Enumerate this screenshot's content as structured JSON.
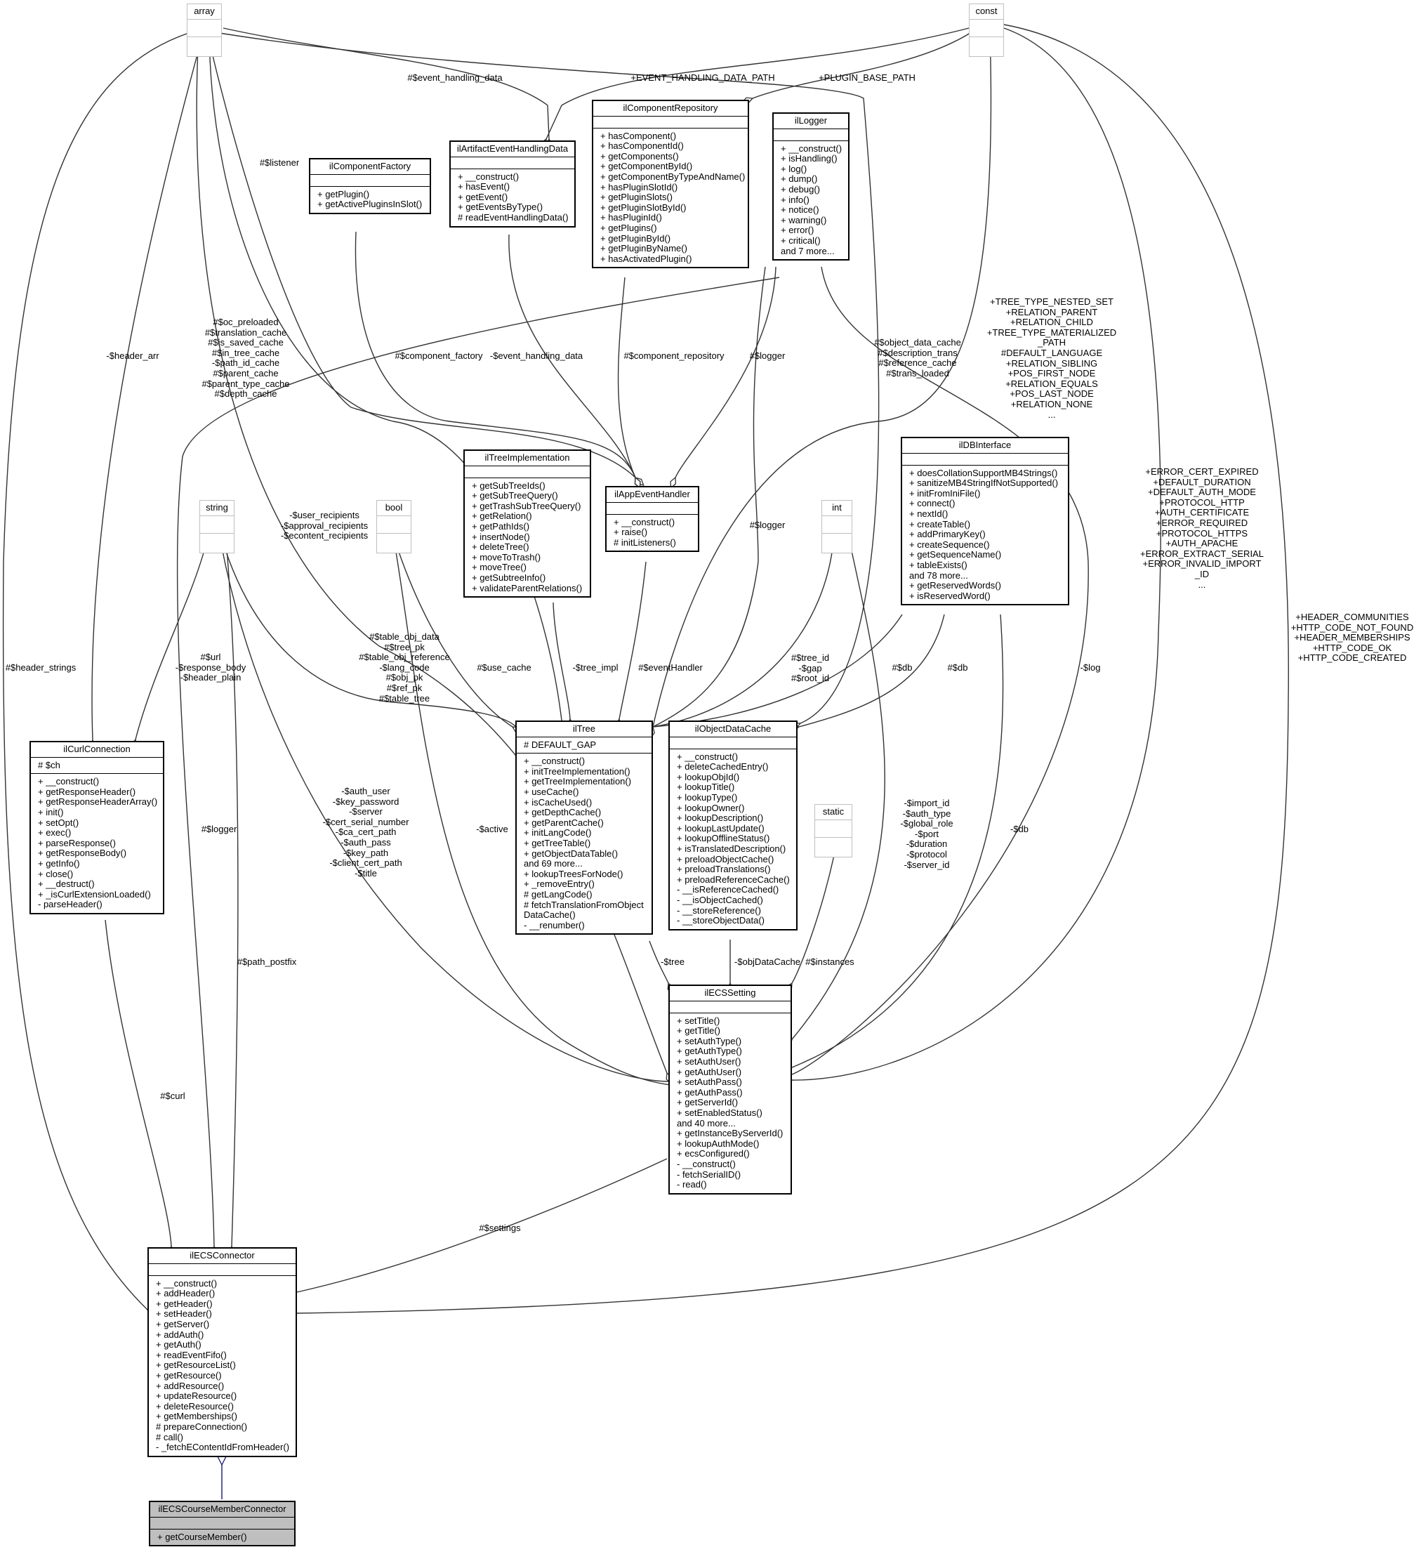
{
  "classes": {
    "array": {
      "name": "array",
      "attributes": [],
      "methods": []
    },
    "const": {
      "name": "const",
      "attributes": [],
      "methods": []
    },
    "string": {
      "name": "string",
      "attributes": [],
      "methods": []
    },
    "bool": {
      "name": "bool",
      "attributes": [],
      "methods": []
    },
    "int": {
      "name": "int",
      "attributes": [],
      "methods": []
    },
    "static": {
      "name": "static",
      "attributes": [],
      "methods": []
    },
    "ilComponentFactory": {
      "name": "ilComponentFactory",
      "attributes": [],
      "methods": [
        "+ getPlugin()",
        "+ getActivePluginsInSlot()"
      ]
    },
    "ilArtifactEventHandlingData": {
      "name": "ilArtifactEventHandlingData",
      "attributes": [],
      "methods": [
        "+ __construct()",
        "+ hasEvent()",
        "+ getEvent()",
        "+ getEventsByType()",
        "# readEventHandlingData()"
      ]
    },
    "ilComponentRepository": {
      "name": "ilComponentRepository",
      "attributes": [],
      "methods": [
        "+ hasComponent()",
        "+ hasComponentId()",
        "+ getComponents()",
        "+ getComponentById()",
        "+ getComponentByTypeAndName()",
        "+ hasPluginSlotId()",
        "+ getPluginSlots()",
        "+ getPluginSlotById()",
        "+ hasPluginId()",
        "+ getPlugins()",
        "+ getPluginById()",
        "+ getPluginByName()",
        "+ hasActivatedPlugin()"
      ]
    },
    "ilLogger": {
      "name": "ilLogger",
      "attributes": [],
      "methods": [
        "+ __construct()",
        "+ isHandling()",
        "+ log()",
        "+ dump()",
        "+ debug()",
        "+ info()",
        "+ notice()",
        "+ warning()",
        "+ error()",
        "+ critical()",
        "and 7 more..."
      ]
    },
    "ilTreeImplementation": {
      "name": "ilTreeImplementation",
      "attributes": [],
      "methods": [
        "+ getSubTreeIds()",
        "+ getSubTreeQuery()",
        "+ getTrashSubTreeQuery()",
        "+ getRelation()",
        "+ getPathIds()",
        "+ insertNode()",
        "+ deleteTree()",
        "+ moveToTrash()",
        "+ moveTree()",
        "+ getSubtreeInfo()",
        "+ validateParentRelations()"
      ]
    },
    "ilAppEventHandler": {
      "name": "ilAppEventHandler",
      "attributes": [],
      "methods": [
        "+ __construct()",
        "+ raise()",
        "# initListeners()"
      ]
    },
    "ilDBInterface": {
      "name": "ilDBInterface",
      "attributes": [],
      "methods": [
        "+ doesCollationSupportMB4Strings()",
        "+ sanitizeMB4StringIfNotSupported()",
        "+ initFromIniFile()",
        "+ connect()",
        "+ nextId()",
        "+ createTable()",
        "+ addPrimaryKey()",
        "+ createSequence()",
        "+ getSequenceName()",
        "+ tableExists()",
        "and 78 more...",
        "+ getReservedWords()",
        "+ isReservedWord()"
      ]
    },
    "ilCurlConnection": {
      "name": "ilCurlConnection",
      "attributes": [
        "# $ch"
      ],
      "methods": [
        "+ __construct()",
        "+ getResponseHeader()",
        "+ getResponseHeaderArray()",
        "+ init()",
        "+ setOpt()",
        "+ exec()",
        "+ parseResponse()",
        "+ getResponseBody()",
        "+ getInfo()",
        "+ close()",
        "+ __destruct()",
        "+ _isCurlExtensionLoaded()",
        "- parseHeader()"
      ]
    },
    "ilTree": {
      "name": "ilTree",
      "attributes": [
        "# DEFAULT_GAP"
      ],
      "methods": [
        "+ __construct()",
        "+ initTreeImplementation()",
        "+ getTreeImplementation()",
        "+ useCache()",
        "+ isCacheUsed()",
        "+ getDepthCache()",
        "+ getParentCache()",
        "+ initLangCode()",
        "+ getTreeTable()",
        "+ getObjectDataTable()",
        "and 69 more...",
        "+ lookupTreesForNode()",
        "+ _removeEntry()",
        "# getLangCode()",
        "# fetchTranslationFromObject",
        "DataCache()",
        "- __renumber()"
      ]
    },
    "ilObjectDataCache": {
      "name": "ilObjectDataCache",
      "attributes": [],
      "methods": [
        "+ __construct()",
        "+ deleteCachedEntry()",
        "+ lookupObjId()",
        "+ lookupTitle()",
        "+ lookupType()",
        "+ lookupOwner()",
        "+ lookupDescription()",
        "+ lookupLastUpdate()",
        "+ lookupOfflineStatus()",
        "+ isTranslatedDescription()",
        "+ preloadObjectCache()",
        "+ preloadTranslations()",
        "+ preloadReferenceCache()",
        "- __isReferenceCached()",
        "- __isObjectCached()",
        "- __storeReference()",
        "- __storeObjectData()"
      ]
    },
    "ilECSSetting": {
      "name": "ilECSSetting",
      "attributes": [],
      "methods": [
        "+ setTitle()",
        "+ getTitle()",
        "+ setAuthType()",
        "+ getAuthType()",
        "+ setAuthUser()",
        "+ getAuthUser()",
        "+ setAuthPass()",
        "+ getAuthPass()",
        "+ getServerId()",
        "+ setEnabledStatus()",
        "and 40 more...",
        "+ getInstanceByServerId()",
        "+ lookupAuthMode()",
        "+ ecsConfigured()",
        "- __construct()",
        "- fetchSerialID()",
        "- read()"
      ]
    },
    "ilECSConnector": {
      "name": "ilECSConnector",
      "attributes": [],
      "methods": [
        "+ __construct()",
        "+ addHeader()",
        "+ getHeader()",
        "+ setHeader()",
        "+ getServer()",
        "+ addAuth()",
        "+ getAuth()",
        "+ readEventFifo()",
        "+ getResourceList()",
        "+ getResource()",
        "+ addResource()",
        "+ updateResource()",
        "+ deleteResource()",
        "+ getMemberships()",
        "# prepareConnection()",
        "# call()",
        "- _fetchEContentIdFromHeader()"
      ]
    },
    "ilECSCourseMemberConnector": {
      "name": "ilECSCourseMemberConnector",
      "attributes": [],
      "methods": [
        "+ getCourseMember()"
      ]
    }
  },
  "edge_labels": {
    "event_handling_data": [
      "#$event_handling_data"
    ],
    "event_handling_data_path": [
      "+EVENT_HANDLING_DATA_PATH"
    ],
    "plugin_base_path": [
      "+PLUGIN_BASE_PATH"
    ],
    "listener": [
      "#$listener"
    ],
    "header_arr": [
      "-$header_arr"
    ],
    "caches": [
      "#$oc_preloaded",
      "#$translation_cache",
      "#$is_saved_cache",
      "#$in_tree_cache",
      "-$path_id_cache",
      "#$parent_cache",
      "#$parent_type_cache",
      "#$depth_cache"
    ],
    "component_factory": [
      "#$component_factory"
    ],
    "event_handling_data2": [
      "-$event_handling_data"
    ],
    "component_repository": [
      "#$component_repository"
    ],
    "logger_app": [
      "#$logger"
    ],
    "odc_arrays": [
      "#$object_data_cache",
      "#$description_trans",
      "#$reference_cache",
      "#$trans_loaded"
    ],
    "tree_consts": [
      "+TREE_TYPE_NESTED_SET",
      "+RELATION_PARENT",
      "+RELATION_CHILD",
      "+TREE_TYPE_MATERIALIZED",
      "_PATH",
      "#DEFAULT_LANGUAGE",
      "+RELATION_SIBLING",
      "+POS_FIRST_NODE",
      "+RELATION_EQUALS",
      "+POS_LAST_NODE",
      "+RELATION_NONE",
      "..."
    ],
    "ecs_consts": [
      "+ERROR_CERT_EXPIRED",
      "+DEFAULT_DURATION",
      "+DEFAULT_AUTH_MODE",
      "+PROTOCOL_HTTP",
      "+AUTH_CERTIFICATE",
      "+ERROR_REQUIRED",
      "+PROTOCOL_HTTPS",
      "+AUTH_APACHE",
      "+ERROR_EXTRACT_SERIAL",
      "+ERROR_INVALID_IMPORT",
      "_ID",
      "..."
    ],
    "connector_consts": [
      "+HEADER_COMMUNITIES",
      "+HTTP_CODE_NOT_FOUND",
      "+HEADER_MEMBERSHIPS",
      "+HTTP_CODE_OK",
      "+HTTP_CODE_CREATED"
    ],
    "header_strings": [
      "#$header_strings"
    ],
    "recipients": [
      "-$user_recipients",
      "-$approval_recipients",
      "-$econtent_recipients"
    ],
    "logger_tree": [
      "#$logger"
    ],
    "curl_strings": [
      "#$url",
      "-$response_body",
      "-$header_plain"
    ],
    "tree_strings": [
      "#$table_obj_data",
      "#$tree_pk",
      "#$table_obj_reference",
      "-$lang_code",
      "#$obj_pk",
      "#$ref_pk",
      "#$table_tree"
    ],
    "use_cache": [
      "#$use_cache"
    ],
    "tree_impl": [
      "-$tree_impl"
    ],
    "event_handler": [
      "#$eventHandler"
    ],
    "tree_ints": [
      "#$tree_id",
      "-$gap",
      "#$root_id"
    ],
    "db_tree": [
      "#$db"
    ],
    "db_odc": [
      "#$db"
    ],
    "log": [
      "-$log"
    ],
    "logger_curl": [
      "#$logger"
    ],
    "setting_strings": [
      "-$auth_user",
      "-$key_password",
      "-$server",
      "-$cert_serial_number",
      "-$ca_cert_path",
      "-$auth_pass",
      "-$key_path",
      "-$client_cert_path",
      "-$title"
    ],
    "active": [
      "-$active"
    ],
    "setting_ints": [
      "-$import_id",
      "-$auth_type",
      "-$global_role",
      "-$port",
      "-$duration",
      "-$protocol",
      "-$server_id"
    ],
    "db_setting": [
      "-$db"
    ],
    "path_postfix": [
      "#$path_postfix"
    ],
    "tree": [
      "-$tree"
    ],
    "obj_data_cache": [
      "-$objDataCache"
    ],
    "instances": [
      "#$instances"
    ],
    "curl": [
      "#$curl"
    ],
    "settings": [
      "#$settings"
    ]
  }
}
